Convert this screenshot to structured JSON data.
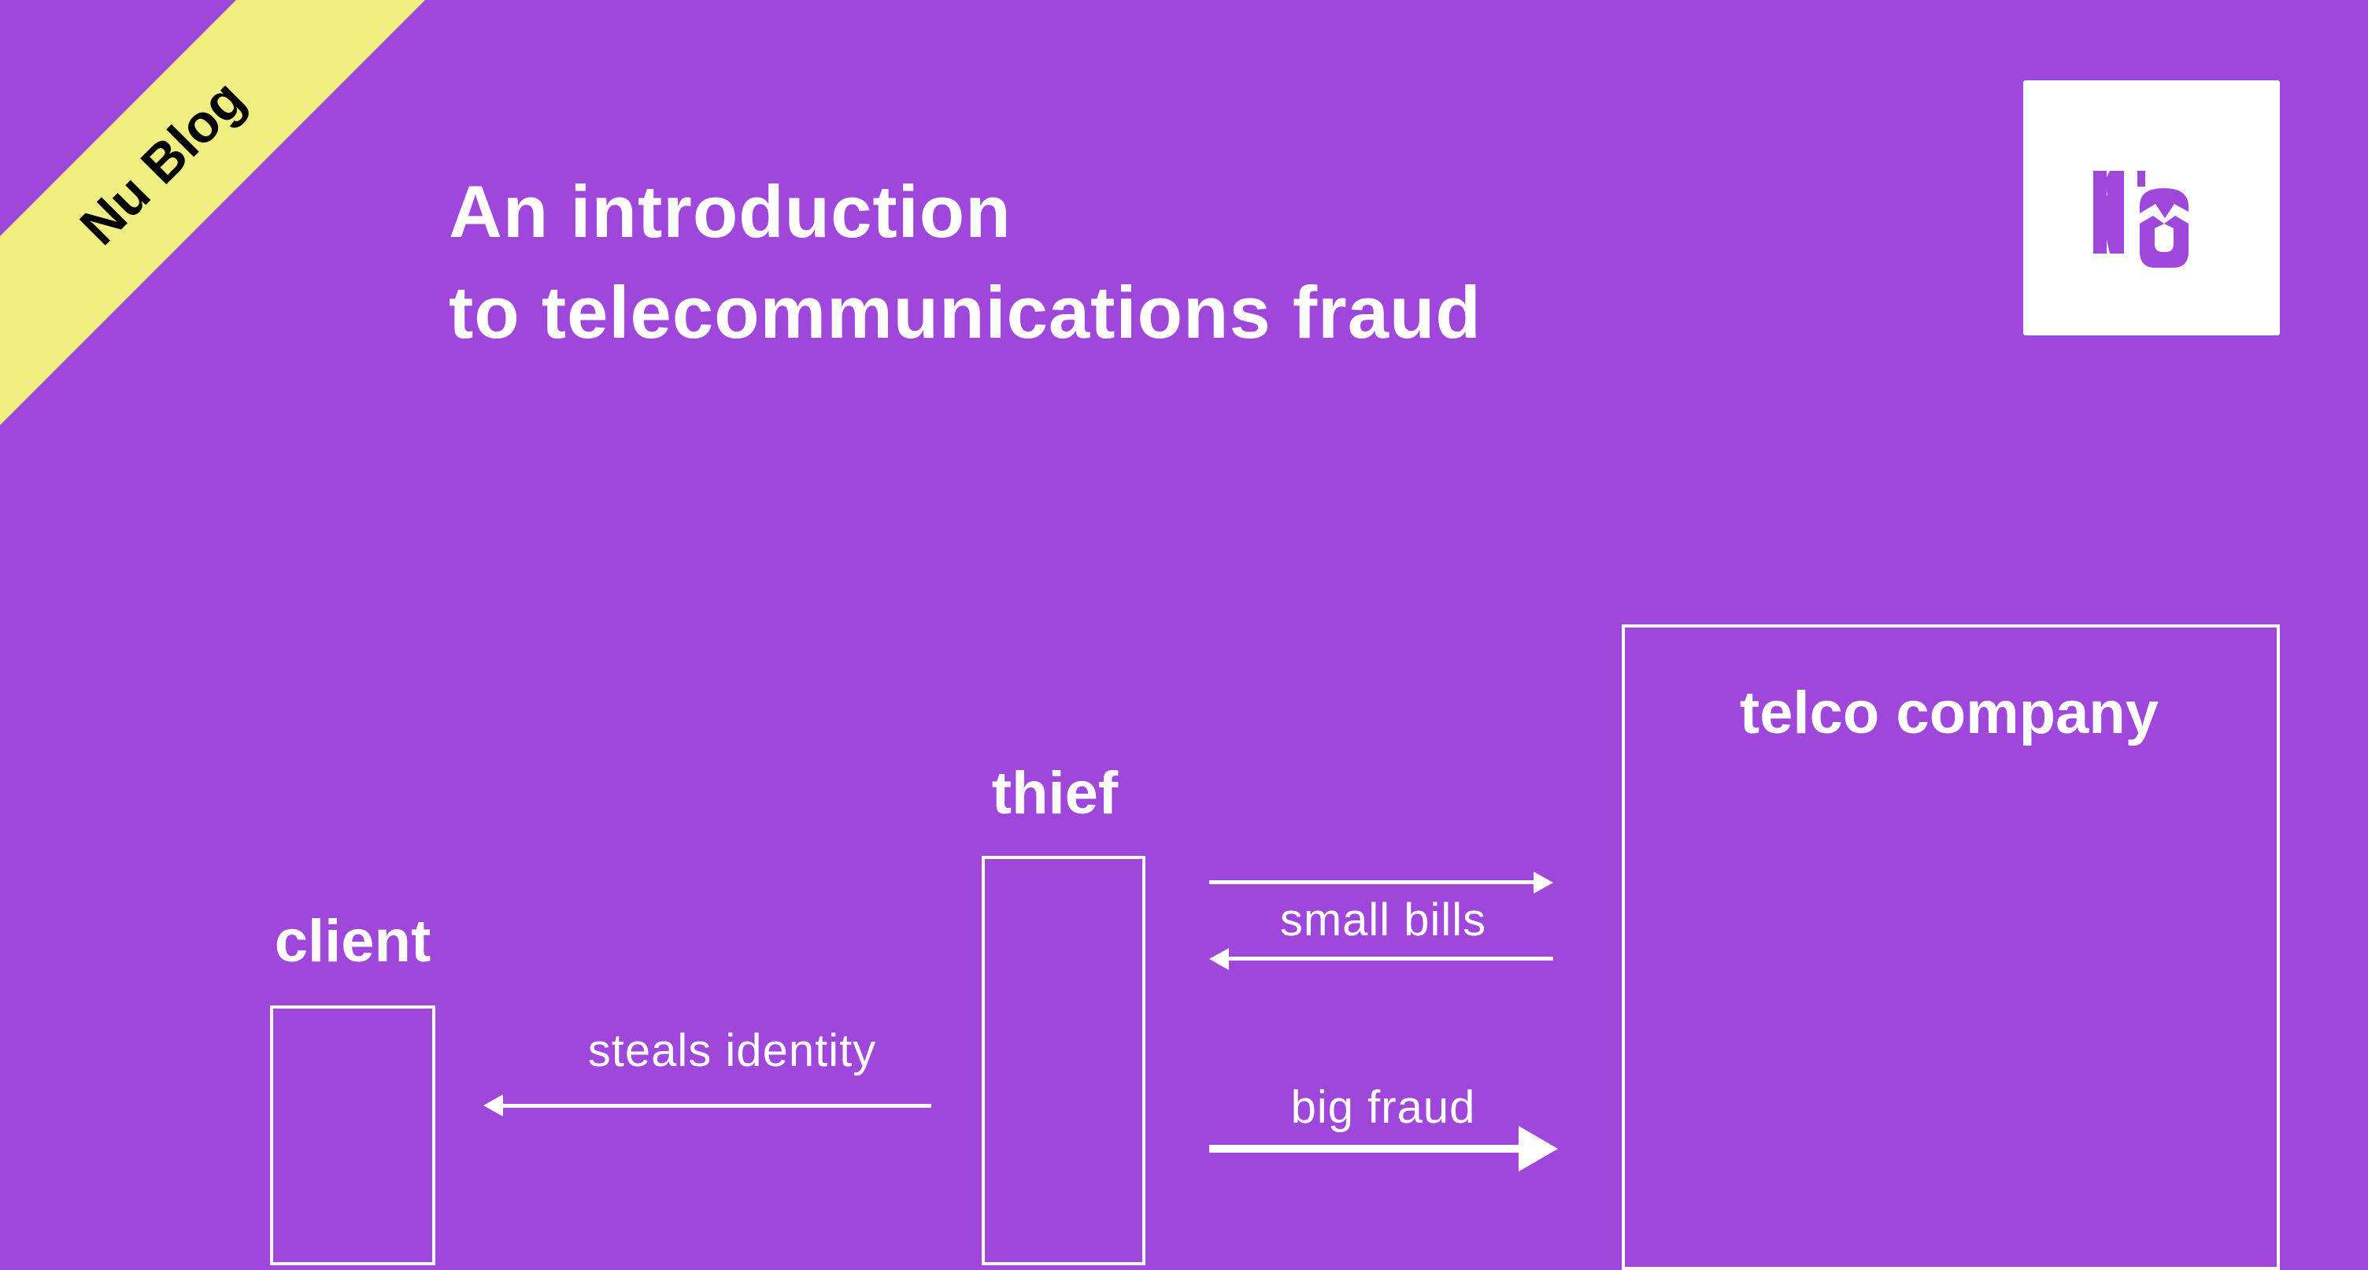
{
  "badge": {
    "label": "Nu Blog"
  },
  "title": {
    "line1": "An introduction",
    "line2": "to telecommunications fraud"
  },
  "logo": {
    "text": "Nu"
  },
  "diagram": {
    "client": "client",
    "thief": "thief",
    "telco": "telco company",
    "steals_identity": "steals identity",
    "small_bills": "small bills",
    "big_fraud": "big fraud"
  },
  "colors": {
    "background": "#a047db",
    "badge": "#f0ef82",
    "foreground": "#ffffff",
    "badge_text": "#000000"
  }
}
